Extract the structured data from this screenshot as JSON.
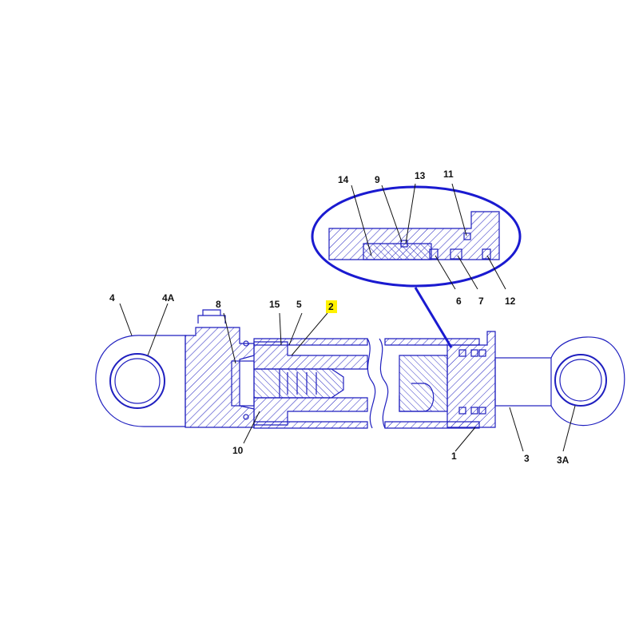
{
  "diagram": {
    "line_color": "#1f1fbf",
    "hatch_color": "#1f1fbf",
    "detail_border_color": "#1a1ad0",
    "highlight_color": "#fff200",
    "highlighted_label": "2",
    "labels": {
      "l1": "1",
      "l2": "2",
      "l3": "3",
      "l3a": "3A",
      "l4": "4",
      "l4a": "4A",
      "l5": "5",
      "l6": "6",
      "l7": "7",
      "l8": "8",
      "l9": "9",
      "l10": "10",
      "l11": "11",
      "l12": "12",
      "l13": "13",
      "l14": "14",
      "l15": "15"
    }
  }
}
